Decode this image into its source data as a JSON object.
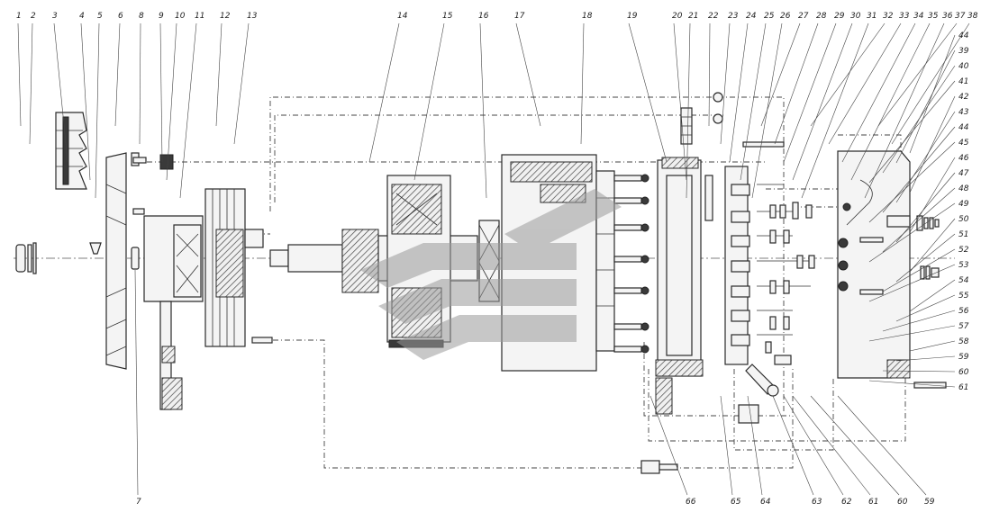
{
  "diagram": {
    "top_callouts": [
      "1",
      "2",
      "3",
      "4",
      "5",
      "6",
      "8",
      "9",
      "10",
      "11",
      "12",
      "13",
      "14",
      "15",
      "16",
      "17",
      "18",
      "19",
      "20",
      "21",
      "22",
      "23",
      "24",
      "25",
      "26",
      "27",
      "28",
      "29",
      "30",
      "31",
      "32",
      "33",
      "34",
      "35",
      "36",
      "37",
      "38"
    ],
    "right_callouts": [
      "44",
      "39",
      "40",
      "41",
      "42",
      "43",
      "44",
      "45",
      "46",
      "47",
      "48",
      "49",
      "50",
      "51",
      "52",
      "53",
      "54",
      "55",
      "56",
      "57",
      "58",
      "59",
      "60",
      "61"
    ],
    "bottom_callouts": [
      "7",
      "66",
      "65",
      "64",
      "63",
      "62",
      "61",
      "60",
      "59"
    ],
    "colors": {
      "line": "#2a2a2a",
      "watermark": "#9a9a9a",
      "background": "#ffffff"
    }
  }
}
